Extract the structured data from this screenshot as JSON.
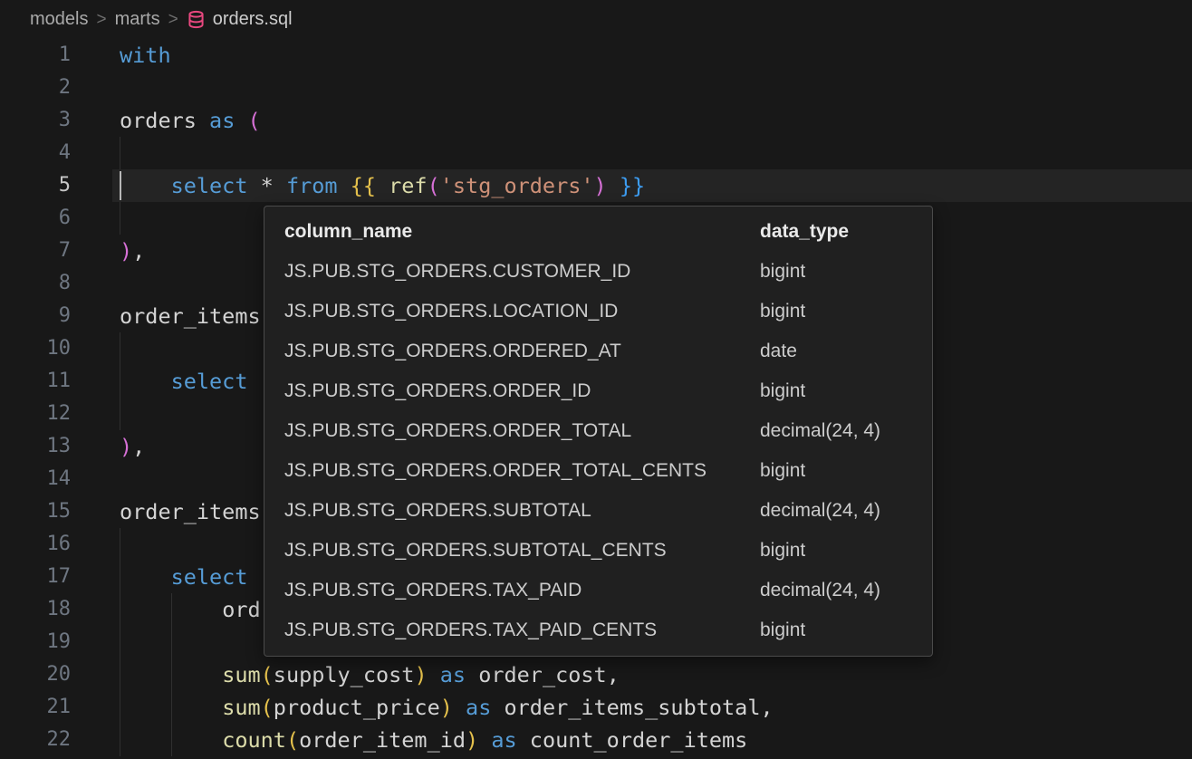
{
  "breadcrumb": {
    "items": [
      "models",
      "marts"
    ],
    "separator": ">",
    "file": "orders.sql",
    "file_icon": "database-icon"
  },
  "colors": {
    "editor_background": "#181818",
    "popup_background": "#202020",
    "keyword_blue": "#569cd6",
    "string_orange": "#ce9178",
    "database_icon_pink": "#e8487f"
  },
  "editor": {
    "language": "sql",
    "current_line": 5,
    "lines": [
      {
        "n": 1,
        "tokens": [
          [
            "kw",
            "with"
          ]
        ]
      },
      {
        "n": 2,
        "tokens": []
      },
      {
        "n": 3,
        "tokens": [
          [
            "id",
            "orders"
          ],
          [
            "pl",
            " "
          ],
          [
            "kw",
            "as"
          ],
          [
            "pl",
            " "
          ],
          [
            "bp",
            "("
          ]
        ]
      },
      {
        "n": 4,
        "tokens": [],
        "guides": [
          0
        ]
      },
      {
        "n": 5,
        "current": true,
        "cursor": 0,
        "tokens": [
          [
            "pl",
            "    "
          ],
          [
            "kw",
            "select"
          ],
          [
            "pl",
            " * "
          ],
          [
            "kw",
            "from"
          ],
          [
            "pl",
            " "
          ],
          [
            "bg",
            "{{"
          ],
          [
            "pl",
            " "
          ],
          [
            "fn",
            "ref"
          ],
          [
            "bp",
            "("
          ],
          [
            "str",
            "'stg_orders'"
          ],
          [
            "bp",
            ")"
          ],
          [
            "pl",
            " "
          ],
          [
            "bb",
            "}}"
          ]
        ]
      },
      {
        "n": 6,
        "tokens": [],
        "guides": [
          0
        ]
      },
      {
        "n": 7,
        "tokens": [
          [
            "bp",
            ")"
          ],
          [
            "pl",
            ","
          ]
        ]
      },
      {
        "n": 8,
        "tokens": []
      },
      {
        "n": 9,
        "tokens": [
          [
            "id",
            "order_items"
          ]
        ]
      },
      {
        "n": 10,
        "tokens": [],
        "guides": [
          0
        ]
      },
      {
        "n": 11,
        "tokens": [
          [
            "pl",
            "    "
          ],
          [
            "kw",
            "select"
          ]
        ],
        "guides": [
          0
        ]
      },
      {
        "n": 12,
        "tokens": [],
        "guides": [
          0
        ]
      },
      {
        "n": 13,
        "tokens": [
          [
            "bp",
            ")"
          ],
          [
            "pl",
            ","
          ]
        ]
      },
      {
        "n": 14,
        "tokens": []
      },
      {
        "n": 15,
        "tokens": [
          [
            "id",
            "order_items"
          ]
        ]
      },
      {
        "n": 16,
        "tokens": [],
        "guides": [
          0
        ]
      },
      {
        "n": 17,
        "tokens": [
          [
            "pl",
            "    "
          ],
          [
            "kw",
            "select"
          ]
        ],
        "guides": [
          0
        ]
      },
      {
        "n": 18,
        "tokens": [
          [
            "pl",
            "        "
          ],
          [
            "id",
            "ord"
          ]
        ],
        "guides": [
          0,
          4
        ]
      },
      {
        "n": 19,
        "tokens": [],
        "guides": [
          0,
          4
        ]
      },
      {
        "n": 20,
        "guides": [
          0,
          4
        ],
        "tokens": [
          [
            "pl",
            "        "
          ],
          [
            "fn",
            "sum"
          ],
          [
            "bg",
            "("
          ],
          [
            "id",
            "supply_cost"
          ],
          [
            "bg",
            ")"
          ],
          [
            "pl",
            " "
          ],
          [
            "kw",
            "as"
          ],
          [
            "pl",
            " "
          ],
          [
            "id",
            "order_cost"
          ],
          [
            "pl",
            ","
          ]
        ]
      },
      {
        "n": 21,
        "guides": [
          0,
          4
        ],
        "tokens": [
          [
            "pl",
            "        "
          ],
          [
            "fn",
            "sum"
          ],
          [
            "bg",
            "("
          ],
          [
            "id",
            "product_price"
          ],
          [
            "bg",
            ")"
          ],
          [
            "pl",
            " "
          ],
          [
            "kw",
            "as"
          ],
          [
            "pl",
            " "
          ],
          [
            "id",
            "order_items_subtotal"
          ],
          [
            "pl",
            ","
          ]
        ]
      },
      {
        "n": 22,
        "guides": [
          0,
          4
        ],
        "tokens": [
          [
            "pl",
            "        "
          ],
          [
            "fn",
            "count"
          ],
          [
            "bg",
            "("
          ],
          [
            "id",
            "order_item_id"
          ],
          [
            "bg",
            ")"
          ],
          [
            "pl",
            " "
          ],
          [
            "kw",
            "as"
          ],
          [
            "pl",
            " "
          ],
          [
            "id",
            "count_order_items"
          ]
        ]
      }
    ]
  },
  "popup": {
    "headers": [
      "column_name",
      "data_type"
    ],
    "rows": [
      [
        "JS.PUB.STG_ORDERS.CUSTOMER_ID",
        "bigint"
      ],
      [
        "JS.PUB.STG_ORDERS.LOCATION_ID",
        "bigint"
      ],
      [
        "JS.PUB.STG_ORDERS.ORDERED_AT",
        "date"
      ],
      [
        "JS.PUB.STG_ORDERS.ORDER_ID",
        "bigint"
      ],
      [
        "JS.PUB.STG_ORDERS.ORDER_TOTAL",
        "decimal(24, 4)"
      ],
      [
        "JS.PUB.STG_ORDERS.ORDER_TOTAL_CENTS",
        "bigint"
      ],
      [
        "JS.PUB.STG_ORDERS.SUBTOTAL",
        "decimal(24, 4)"
      ],
      [
        "JS.PUB.STG_ORDERS.SUBTOTAL_CENTS",
        "bigint"
      ],
      [
        "JS.PUB.STG_ORDERS.TAX_PAID",
        "decimal(24, 4)"
      ],
      [
        "JS.PUB.STG_ORDERS.TAX_PAID_CENTS",
        "bigint"
      ]
    ]
  }
}
